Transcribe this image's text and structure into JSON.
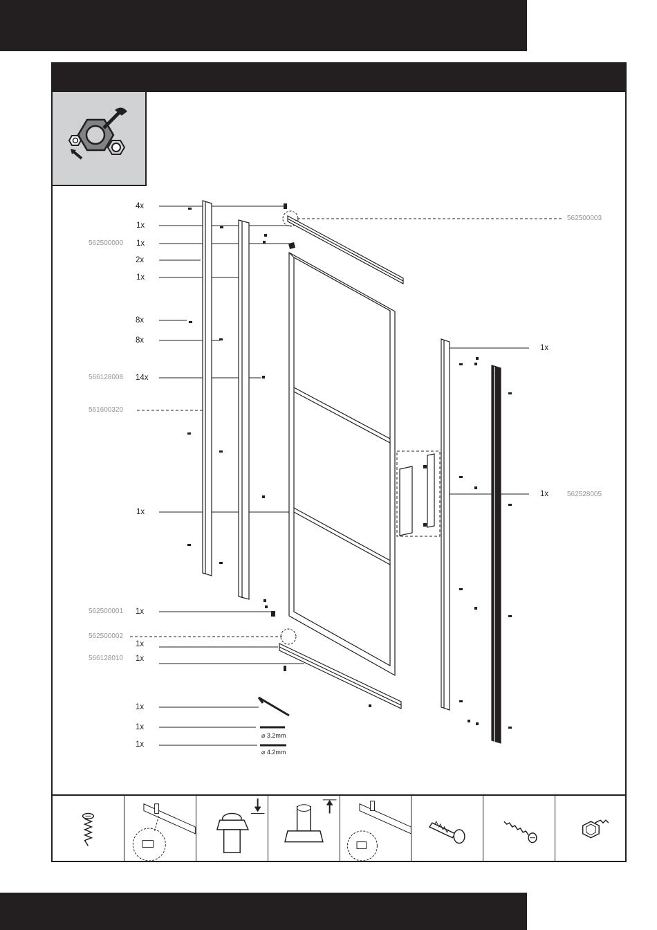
{
  "labels": {
    "l1": "4x",
    "l2": "1x",
    "l3": "1x",
    "l4": "2x",
    "l5": "1x",
    "l6": "8x",
    "l7": "8x",
    "l8": "14x",
    "l9": "1x",
    "l10": "1x",
    "l11": "1x",
    "l12": "1x",
    "l13": "1x",
    "l14": "1x",
    "l15": "1x",
    "r1": "1x",
    "r2": "1x"
  },
  "codes": {
    "c1": "562500000",
    "c2": "566128008",
    "c3": "561600320",
    "c4": "562500001",
    "c5": "562500002",
    "c6": "566128010",
    "c7": "562500003",
    "c8": "562528005"
  },
  "drills": {
    "d1": "⌀ 3.2mm",
    "d2": "⌀ 4.2mm"
  },
  "icons": [
    "tools-icon",
    "screw-icon",
    "rail-clip-icon",
    "press-down-icon",
    "pull-up-icon",
    "rail-pin-icon",
    "wall-plug-icon",
    "wood-screw-icon",
    "hex-screw-icon"
  ]
}
